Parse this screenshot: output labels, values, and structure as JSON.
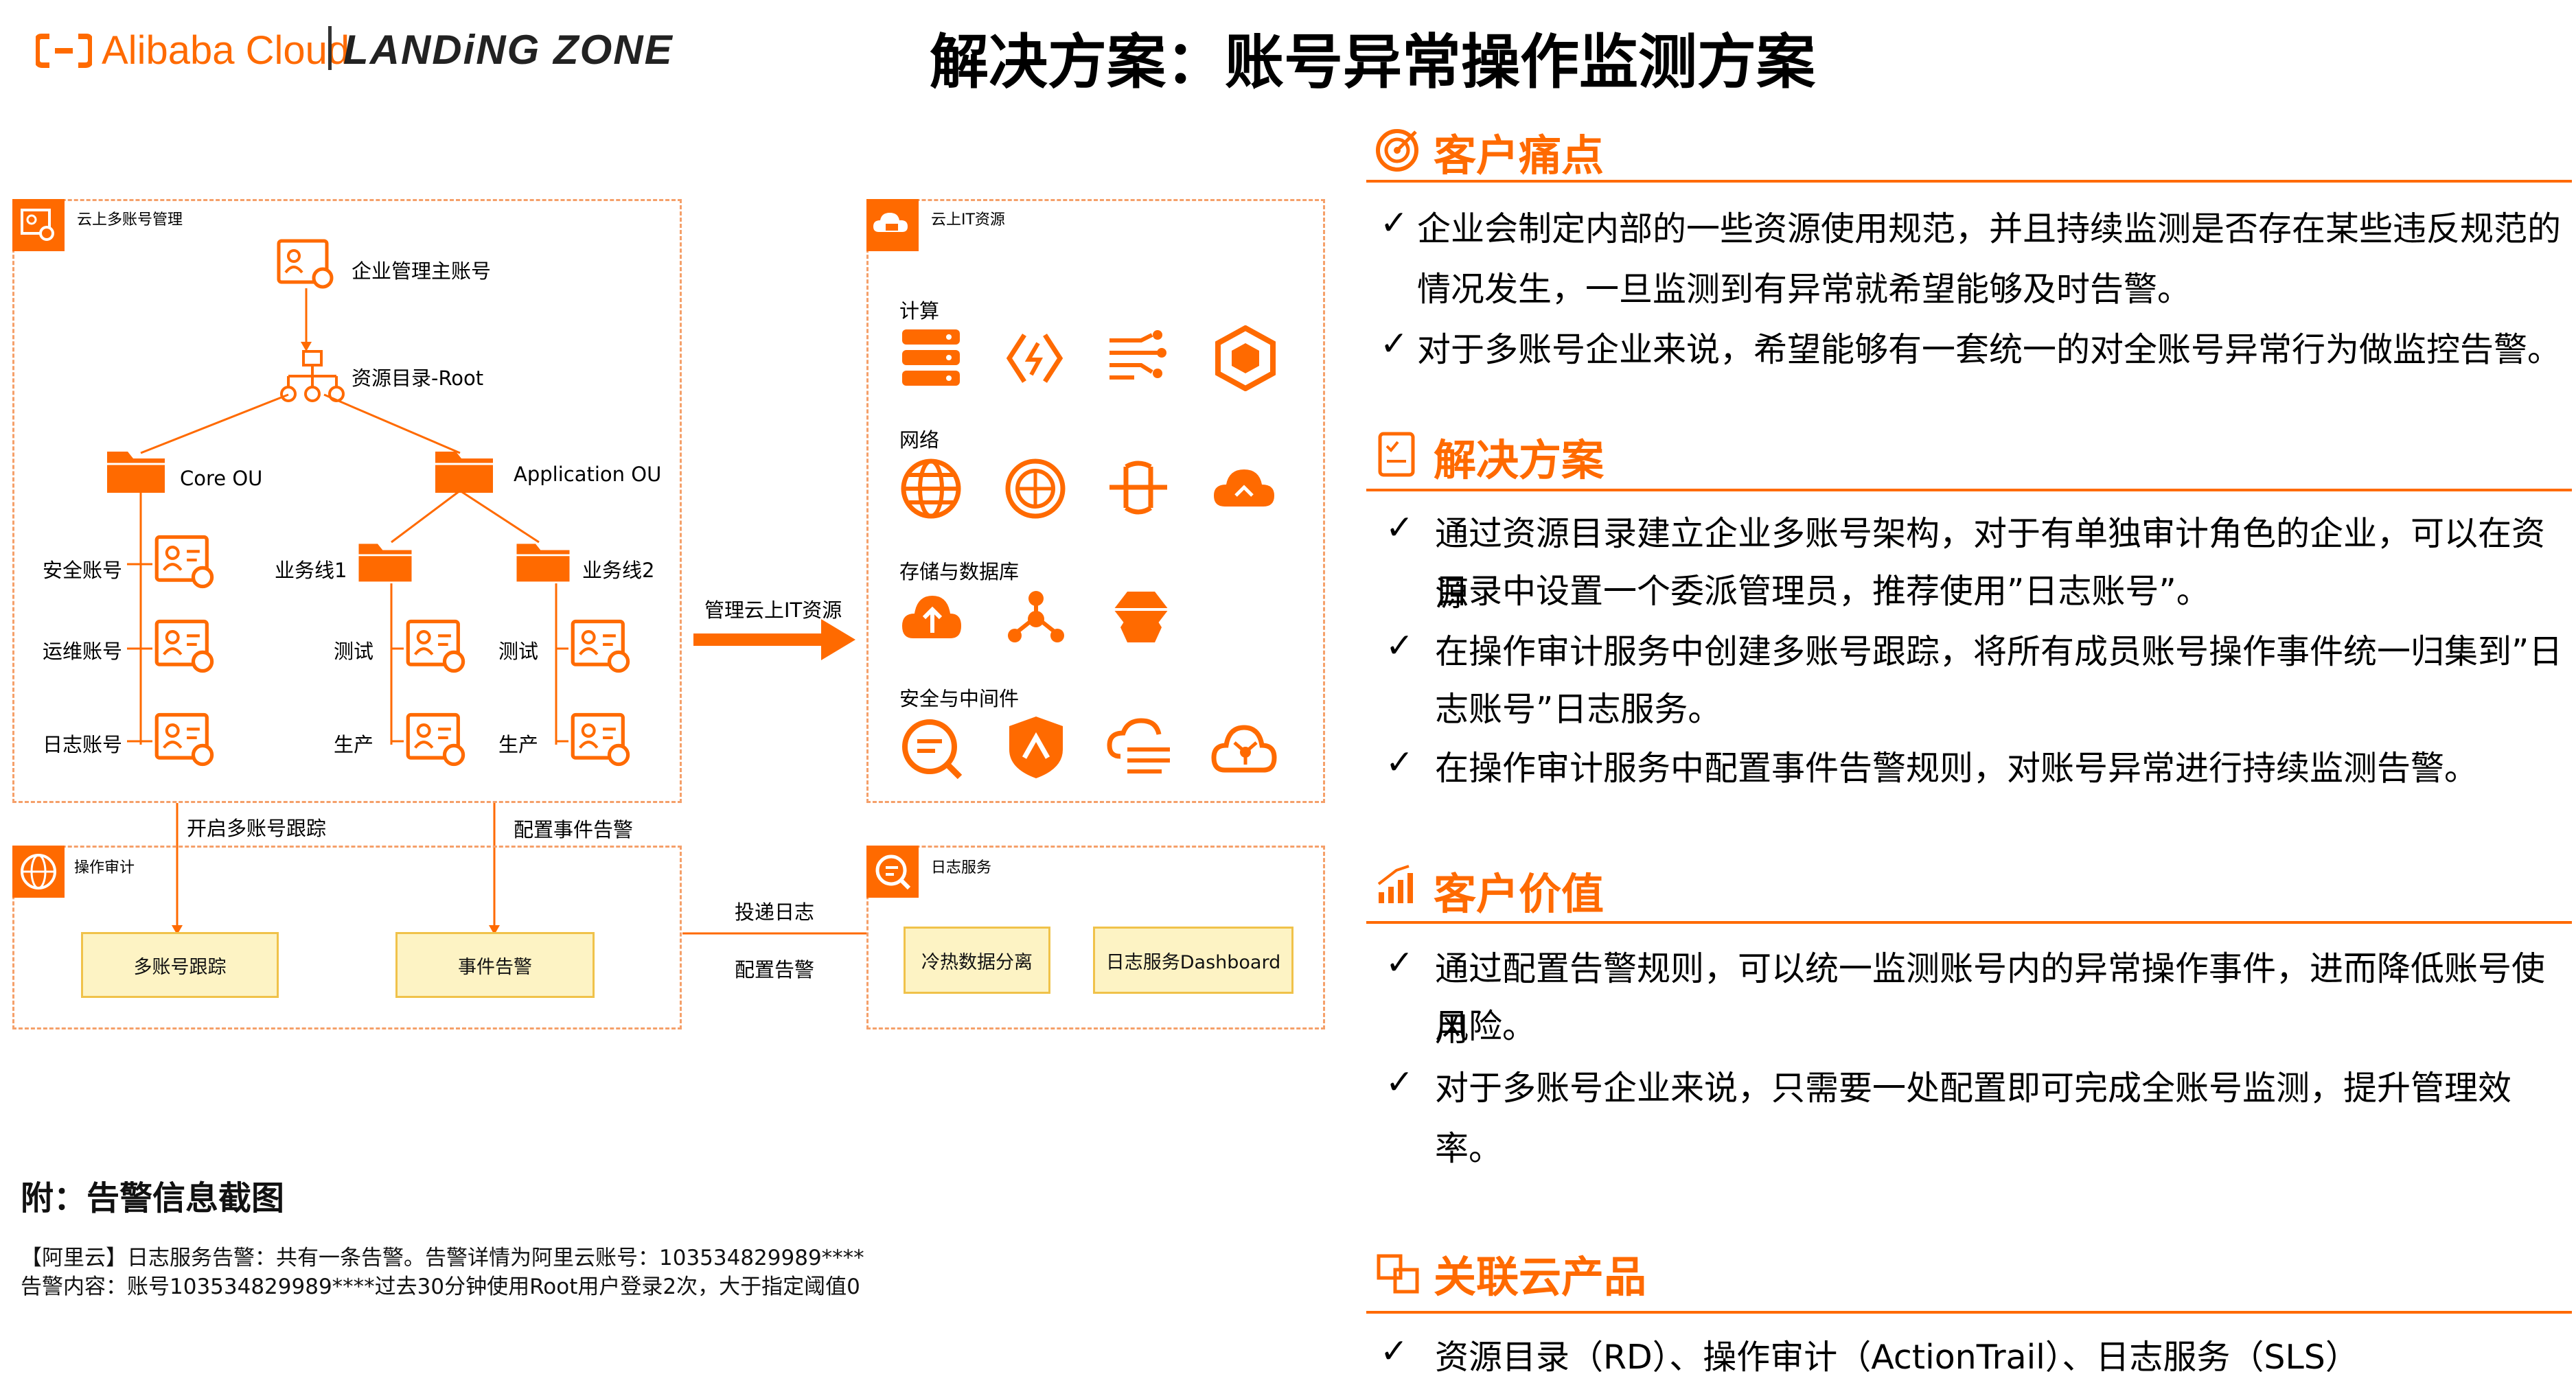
{
  "header": {
    "alibaba_logo": "Alibaba Cloud",
    "landing_zone_logo": "LANDiNG ZONE",
    "title": "解决方案：账号异常操作监测方案"
  },
  "diagram": {
    "left_box_title": "云上多账号管理",
    "enterprise_account": "企业管理主账号",
    "rd_root": "资源目录-Root",
    "core_ou": "Core OU",
    "app_ou": "Application OU",
    "security_account": "安全账号",
    "ops_account": "运维账号",
    "log_account": "日志账号",
    "biz_line1": "业务线1",
    "biz_line2": "业务线2",
    "test1": "测试",
    "prod1": "生产",
    "test2": "测试",
    "prod2": "生产",
    "manage_arrow_label": "管理云上IT资源",
    "right_box_title": "云上IT资源",
    "compute": "计算",
    "network": "网络",
    "storage": "存储与数据库",
    "security": "安全与中间件",
    "enable_tracking": "开启多账号跟踪",
    "config_alert": "配置事件告警",
    "actiontrail_title": "操作审计",
    "multi_trail": "多账号跟踪",
    "event_alert": "事件告警",
    "deliver_log": "投递日志",
    "config_alarm": "配置告警",
    "sls_title": "日志服务",
    "hot_cold": "冷热数据分离",
    "sls_dashboard": "日志服务Dashboard"
  },
  "footer": {
    "title": "附：告警信息截图",
    "line1": "【阿里云】日志服务告警：共有一条告警。告警详情为阿里云账号：103534829989****",
    "line2": "告警内容：账号103534829989****过去30分钟使用Root用户登录2次，大于指定阈值0"
  },
  "sections": {
    "pain": {
      "title": "客户痛点",
      "icon": "target-icon",
      "items": [
        "企业会制定内部的一些资源使用规范，并且持续监测是否存在某些违反规范的",
        "情况发生，一旦监测到有异常就希望能够及时告警。",
        "对于多账号企业来说，希望能够有一套统一的对全账号异常行为做监控告警。"
      ]
    },
    "solution": {
      "title": "解决方案",
      "icon": "checklist-icon",
      "items": [
        "通过资源目录建立企业多账号架构，对于有单独审计角色的企业，可以在资源",
        "目录中设置一个委派管理员，推荐使用”日志账号”。",
        "在操作审计服务中创建多账号跟踪，将所有成员账号操作事件统一归集到”日",
        "志账号”日志服务。",
        "在操作审计服务中配置事件告警规则，对账号异常进行持续监测告警。"
      ]
    },
    "value": {
      "title": "客户价值",
      "icon": "growth-chart-icon",
      "items": [
        "通过配置告警规则，可以统一监测账号内的异常操作事件，进而降低账号使用",
        "风险。",
        "对于多账号企业来说，只需要一处配置即可完成全账号监测，提升管理效率。"
      ]
    },
    "products": {
      "title": "关联云产品",
      "icon": "products-icon",
      "items": [
        "资源目录（RD）、操作审计（ActionTrail）、日志服务（SLS）"
      ]
    }
  },
  "colors": {
    "accent": "#ff6a00",
    "dash": "#f5a06a",
    "yellow_box": "#fdf3c4"
  }
}
